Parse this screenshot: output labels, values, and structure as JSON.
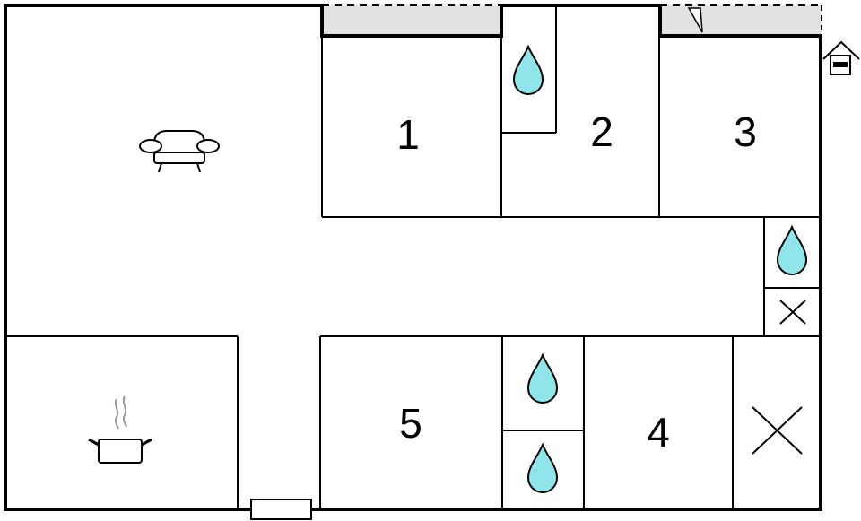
{
  "rooms": [
    {
      "id": "bedroom-1",
      "number": "1"
    },
    {
      "id": "bedroom-2",
      "number": "2"
    },
    {
      "id": "bedroom-3",
      "number": "3"
    },
    {
      "id": "bedroom-4",
      "number": "4"
    },
    {
      "id": "bedroom-5",
      "number": "5"
    }
  ],
  "icons": {
    "living": "sofa-icon",
    "kitchen": "cooking-pot-icon",
    "bathroom": "water-drop-icon",
    "wc": "cross-icon",
    "entrance": "house-entrance-icon"
  },
  "colors": {
    "water": "#8fe5ea",
    "terrace": "#e2e2e2",
    "wall": "#000000"
  }
}
